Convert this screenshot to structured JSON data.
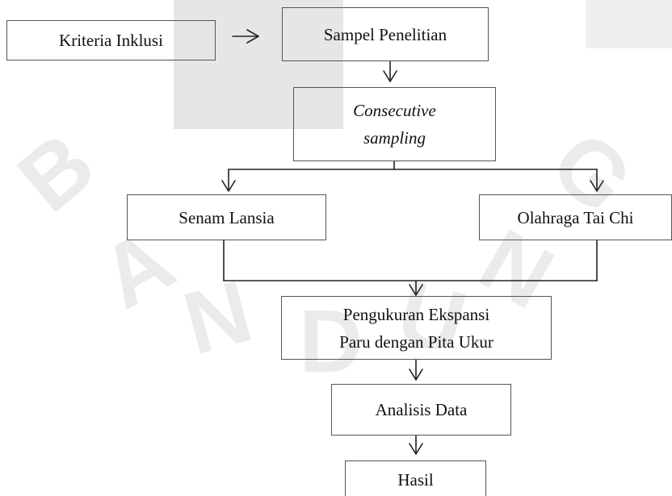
{
  "flowchart": {
    "kriteria": "Kriteria Inklusi",
    "sampel": "Sampel Penelitian",
    "consecutive": [
      "Consecutive",
      "sampling"
    ],
    "senam": "Senam Lansia",
    "taichi": "Olahraga Tai Chi",
    "pengukuran": [
      "Pengukuran Ekspansi",
      "Paru dengan Pita Ukur"
    ],
    "analisis": "Analisis Data",
    "hasil": "Hasil"
  },
  "watermark": {
    "letters": [
      "B",
      "A",
      "N",
      "D",
      "U",
      "N",
      "G"
    ]
  },
  "colors": {
    "box_border": "#555555",
    "text": "#111111",
    "watermark": "#e6e6e6"
  }
}
